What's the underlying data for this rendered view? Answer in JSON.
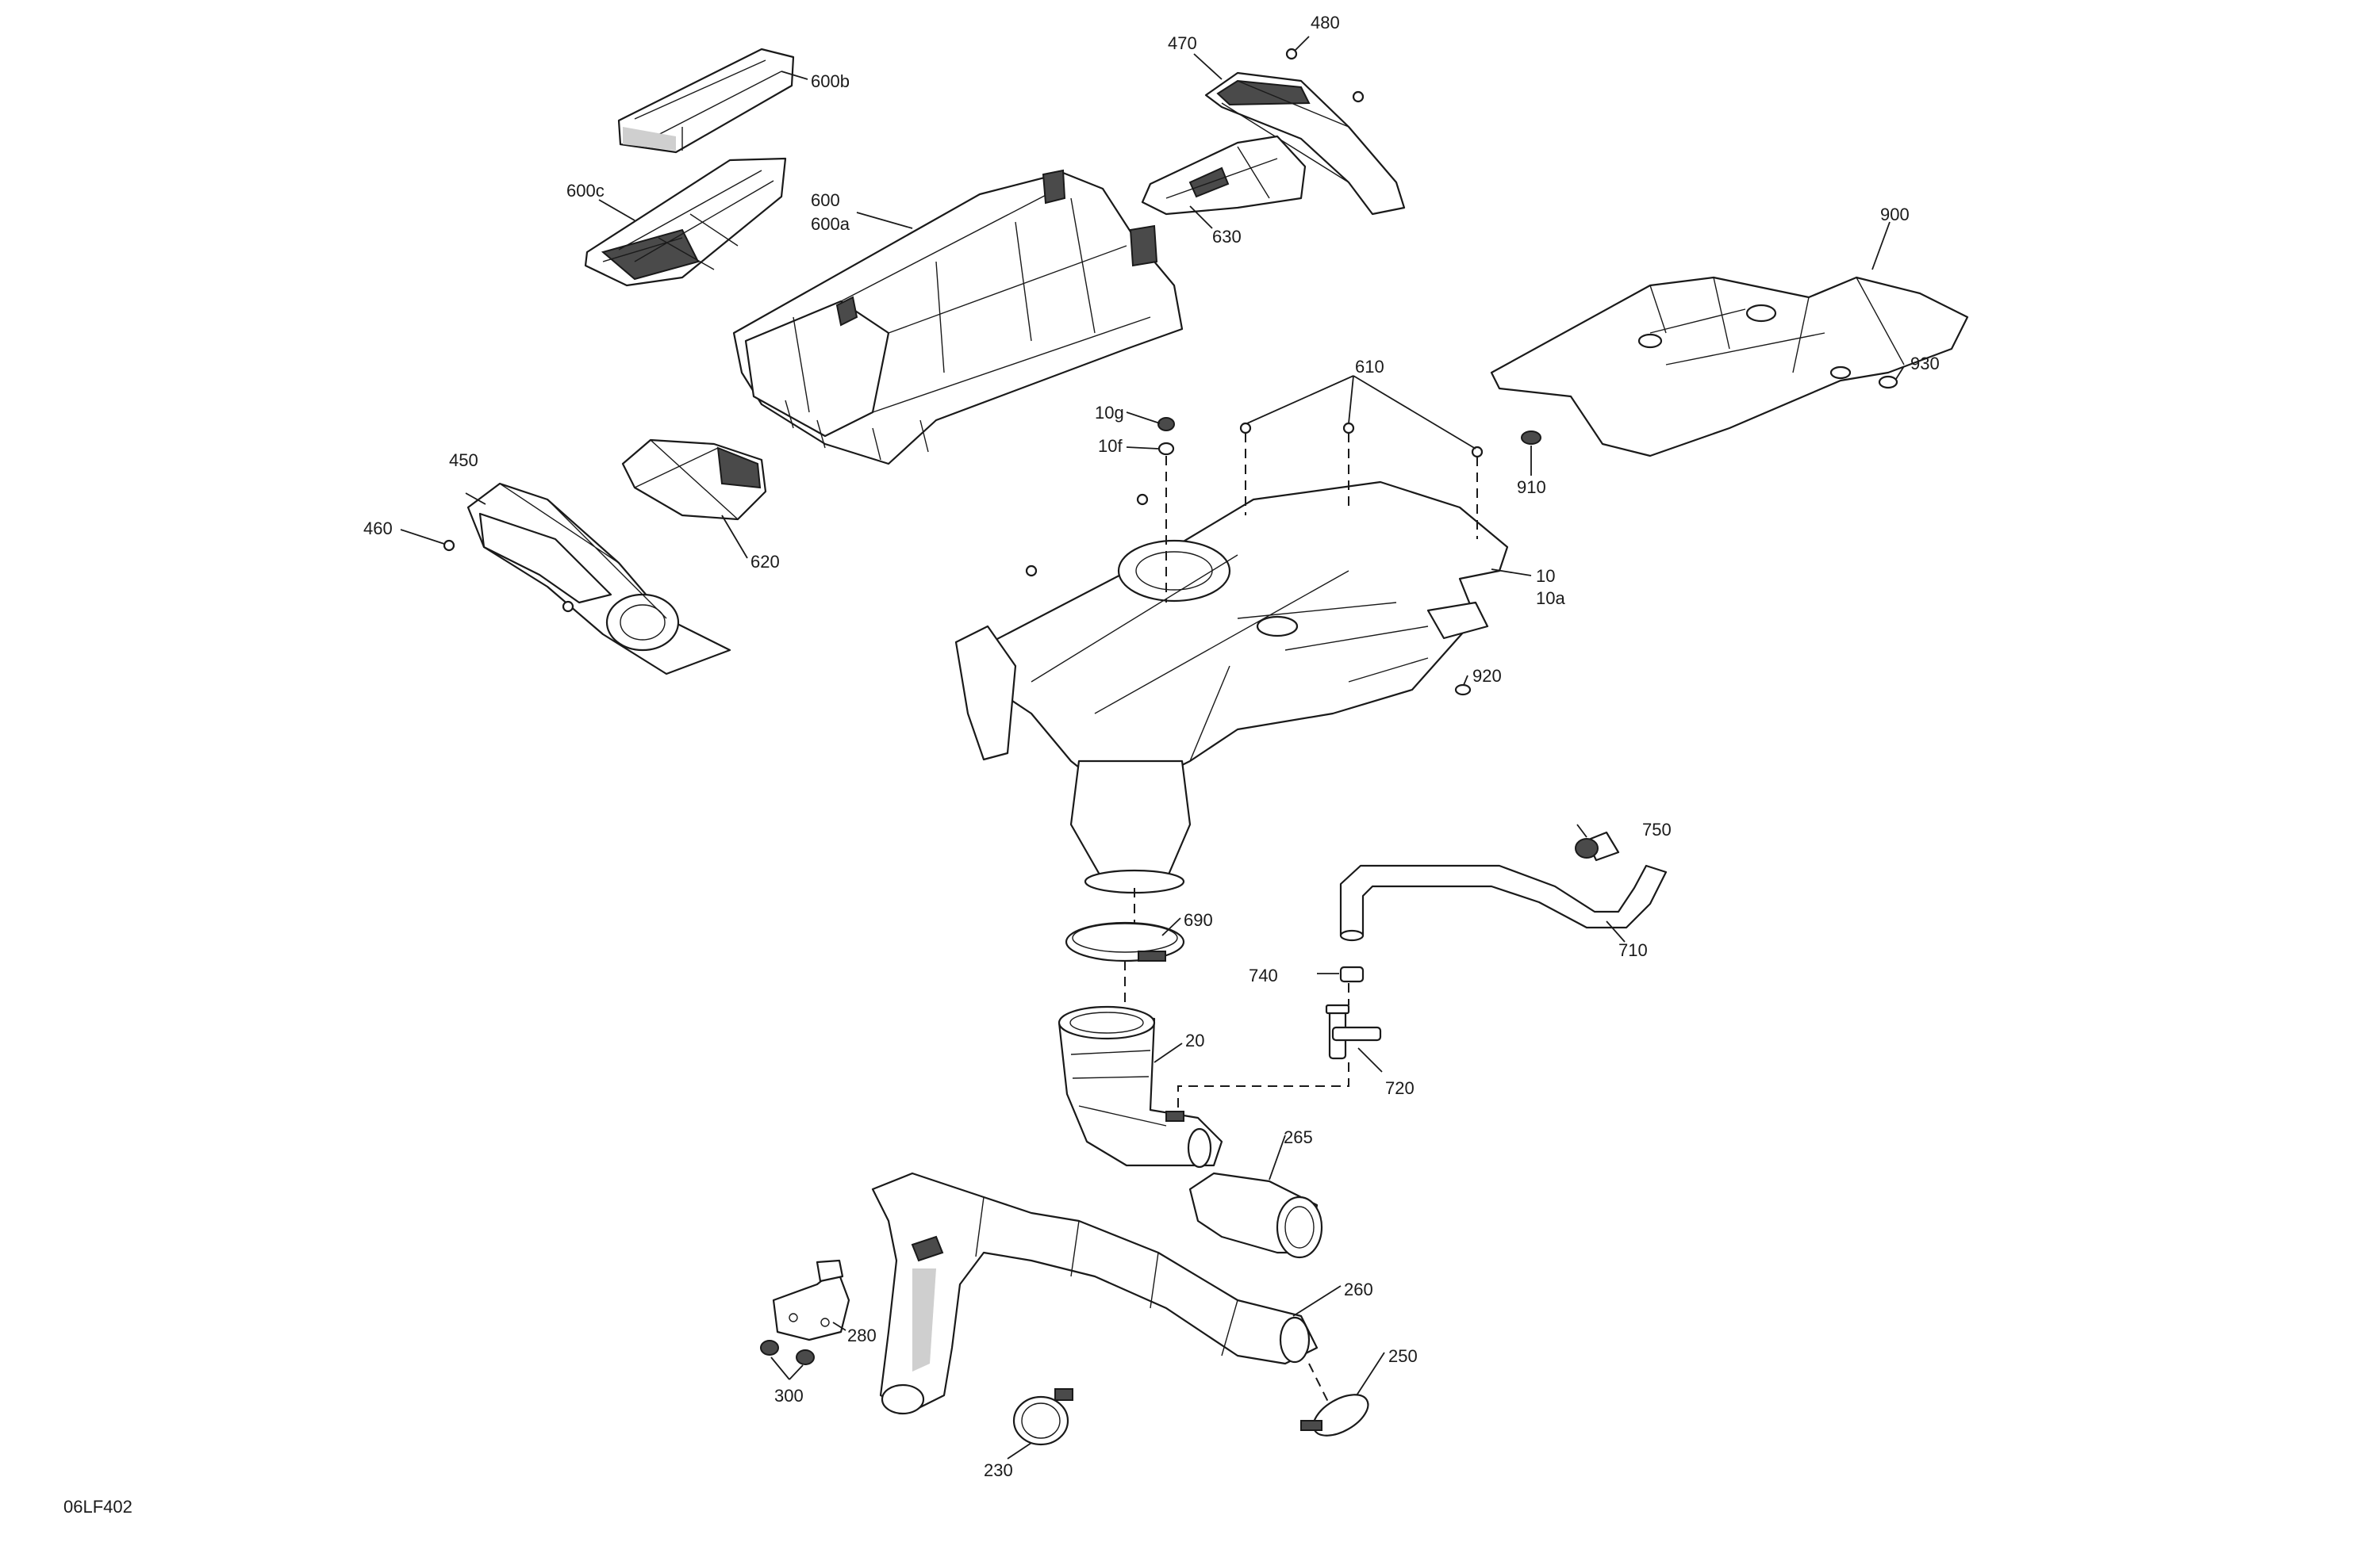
{
  "diagram_code": "06LF402",
  "labels": {
    "p10": "10",
    "p10a": "10a",
    "p10f": "10f",
    "p10g": "10g",
    "p20": "20",
    "p230": "230",
    "p250": "250",
    "p260": "260",
    "p265": "265",
    "p280": "280",
    "p300": "300",
    "p450": "450",
    "p460": "460",
    "p470": "470",
    "p480": "480",
    "p600": "600",
    "p600a": "600a",
    "p600b": "600b",
    "p600c": "600c",
    "p610": "610",
    "p620": "620",
    "p630": "630",
    "p690": "690",
    "p710": "710",
    "p720": "720",
    "p740": "740",
    "p750": "750",
    "p900": "900",
    "p910": "910",
    "p920": "920",
    "p930": "930"
  }
}
